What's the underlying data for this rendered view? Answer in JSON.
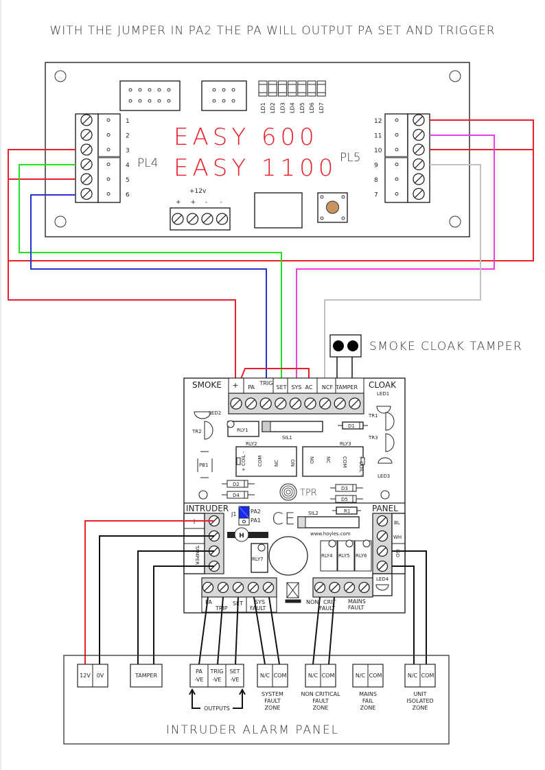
{
  "heading": "WITH THE JUMPER IN PA2 THE PA WILL OUTPUT PA SET AND TRIGGER",
  "top_board": {
    "title_line1": "EASY 600",
    "title_line2": "EASY 1100",
    "pl4_label": "PL4",
    "pl5_label": "PL5",
    "pl4_pins": [
      "1",
      "2",
      "3",
      "4",
      "5",
      "6"
    ],
    "pl5_pins": [
      "12",
      "11",
      "10",
      "9",
      "8",
      "7"
    ],
    "leds": [
      "LD1",
      "LD2",
      "LD3",
      "LD4",
      "LD5",
      "LD6",
      "LD7"
    ],
    "power_label": "+12v",
    "power_pins": [
      "+",
      "+",
      "-",
      "-"
    ],
    "title_color": "#e8202a"
  },
  "tamper_block": {
    "label": "SMOKE CLOAK TAMPER"
  },
  "cloak_board": {
    "smoke_label": "SMOKE",
    "cloak_label": "CLOAK",
    "top_terminals": [
      "+",
      "PA",
      "TRIG",
      "SET",
      "SYS",
      "AC",
      "NCF",
      "TAMPER"
    ],
    "components": {
      "led1": "LED1",
      "led2": "LED2",
      "led3": "LED3",
      "led4": "LED4",
      "tr1": "TR1",
      "tr2": "TR2",
      "tr3": "TR3",
      "rly1": "RLY1",
      "rly2": "RLY2",
      "rly3": "RLY3",
      "rly4": "RLY4",
      "rly5": "RLY5",
      "rly6": "RLY6",
      "rly7": "RLY7",
      "sil1": "SIL1",
      "sil2": "SIL2",
      "d1": "D1",
      "d2": "D2",
      "d3": "D3",
      "d4": "D4",
      "d5": "D5",
      "r1": "R1",
      "pb1": "PB1",
      "tpr": "TPR",
      "j1": "J1",
      "pa2": "PA2",
      "pa1": "PA1",
      "ce": "CE",
      "website": "www.hoyles.com"
    },
    "rly2_pins": [
      "+ COIL -",
      "COM",
      "NC",
      "NO"
    ],
    "rly3_pins": [
      "NO",
      "NC",
      "COM",
      "+ COIL -"
    ],
    "intruder_label": "INTRUDER",
    "intruder_pins": [
      "+",
      "–",
      "TAMPER"
    ],
    "panel_label": "PANEL",
    "panel_pins": [
      "BL",
      "WH",
      "ISO"
    ],
    "bottom_left_labels": [
      "PA",
      "TRIP",
      "SET",
      "SYS",
      "FAULT"
    ],
    "bottom_right_labels": [
      "NON",
      "CRIT",
      "FAULT",
      "MAINS",
      "FAULT"
    ]
  },
  "alarm_panel": {
    "title": "INTRUDER ALARM PANEL",
    "power": [
      "12V",
      "0V"
    ],
    "tamper": "TAMPER",
    "outputs": [
      {
        "l1": "PA",
        "l2": "-VE"
      },
      {
        "l1": "TRIG",
        "l2": "-VE"
      },
      {
        "l1": "SET",
        "l2": "-VE"
      }
    ],
    "outputs_caption": "OUTPUTS",
    "zones": [
      {
        "a": "N/C",
        "b": "COM",
        "caption": [
          "SYSTEM",
          "FAULT",
          "ZONE"
        ]
      },
      {
        "a": "N/C",
        "b": "COM",
        "caption": [
          "NON CRITICAL",
          "FAULT",
          "ZONE"
        ]
      },
      {
        "a": "N/C",
        "b": "COM",
        "caption": [
          "MAINS",
          "FAIL",
          "ZONE"
        ]
      },
      {
        "a": "N/C",
        "b": "COM",
        "caption": [
          "UNIT",
          "ISOLATED",
          "ZONE"
        ]
      }
    ]
  },
  "wire_colors": {
    "red": "#e8202a",
    "green": "#22dd22",
    "blue": "#2233cc",
    "magenta": "#e83ce8",
    "grey": "#c0c0c0",
    "black": "#111111"
  }
}
